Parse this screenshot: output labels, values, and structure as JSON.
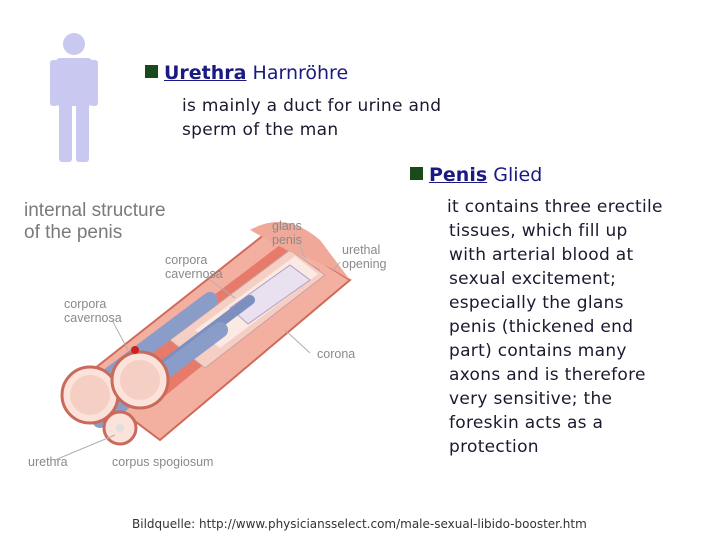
{
  "urethra": {
    "title": "Urethra",
    "subtitle": "Harnröhre",
    "lines": [
      "is mainly a duct for urine and",
      "sperm of the man"
    ]
  },
  "penis": {
    "title": "Penis",
    "subtitle": "Glied",
    "lines": [
      "it contains three erectile",
      "tissues, which fill up",
      "with arterial blood at",
      "sexual excitement;",
      "especially the  glans",
      "penis (thickened end",
      "part) contains many",
      "axons and is therefore",
      "very sensitive; the",
      "foreskin acts as a",
      "protection"
    ]
  },
  "figure": {
    "title_line1": "internal structure",
    "title_line2": "of the penis",
    "labels": {
      "glans": "glans",
      "glans2": "penis",
      "urethral1": "urethal",
      "urethral2": "opening",
      "cc_top1": "corpora",
      "cc_top2": "cavernosa",
      "cc_left1": "corpora",
      "cc_left2": "cavernosa",
      "corona": "corona",
      "urethra": "urethra",
      "spongiosum": "corpus spogiosum"
    }
  },
  "footer": {
    "source": "Bildquelle: http://www.physiciansselect.com/male-sexual-libido-booster.htm"
  },
  "colors": {
    "figure_icon": "#c8c8f0",
    "bullet": "#1a4a1a",
    "title": "#1a1a80"
  }
}
